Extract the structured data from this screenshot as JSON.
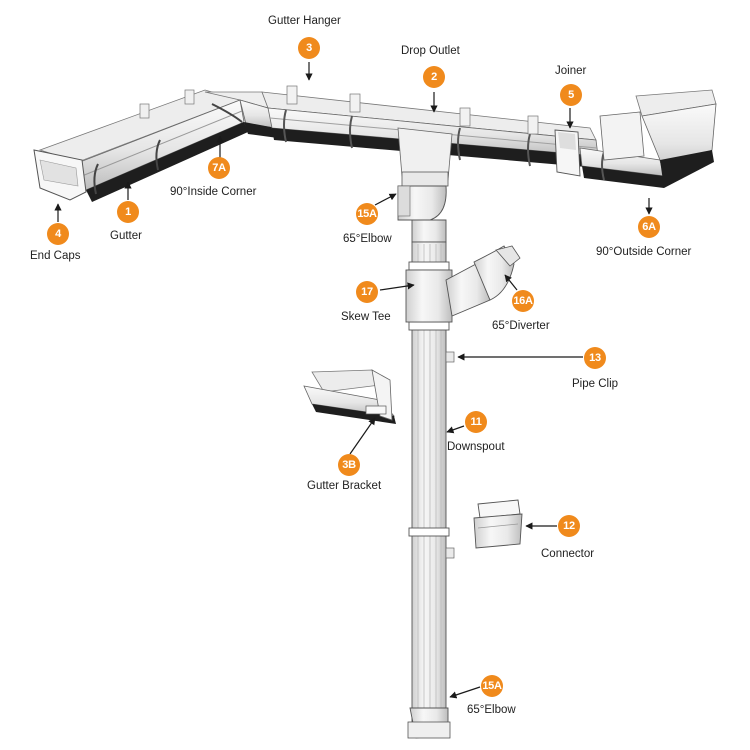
{
  "colors": {
    "badge": "#f08a1c",
    "arrow": "#1a1a1a",
    "part_light": "#f4f4f4",
    "part_mid": "#d8d8d8",
    "part_dark": "#1e1e1e",
    "outline": "#555555"
  },
  "parts": [
    {
      "id": "gutter-hanger",
      "number": "3",
      "label": "Gutter Hanger"
    },
    {
      "id": "drop-outlet",
      "number": "2",
      "label": "Drop Outlet"
    },
    {
      "id": "joiner",
      "number": "5",
      "label": "Joiner"
    },
    {
      "id": "inside-corner",
      "number": "7A",
      "label": "90°Inside Corner"
    },
    {
      "id": "gutter",
      "number": "1",
      "label": "Gutter"
    },
    {
      "id": "end-caps",
      "number": "4",
      "label": "End Caps"
    },
    {
      "id": "elbow-top",
      "number": "15A",
      "label": "65°Elbow"
    },
    {
      "id": "outside-corner",
      "number": "6A",
      "label": "90°Outside Corner"
    },
    {
      "id": "skew-tee",
      "number": "17",
      "label": "Skew Tee"
    },
    {
      "id": "diverter",
      "number": "16A",
      "label": "65°Diverter"
    },
    {
      "id": "pipe-clip",
      "number": "13",
      "label": "Pipe Clip"
    },
    {
      "id": "downspout",
      "number": "11",
      "label": "Downspout"
    },
    {
      "id": "gutter-bracket",
      "number": "3B",
      "label": "Gutter Bracket"
    },
    {
      "id": "connector",
      "number": "12",
      "label": "Connector"
    },
    {
      "id": "elbow-bottom",
      "number": "15A",
      "label": "65°Elbow"
    }
  ]
}
